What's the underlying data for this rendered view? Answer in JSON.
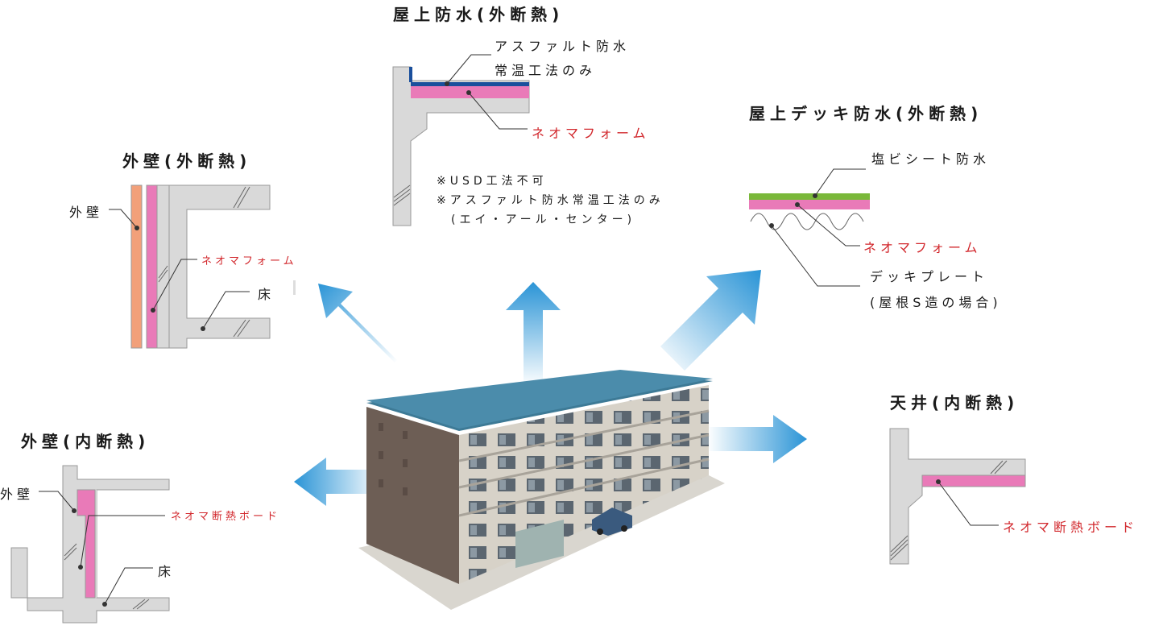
{
  "headings": {
    "roof_top": "屋上防水(外断熱)",
    "roof_deck": "屋上デッキ防水(外断熱)",
    "wall_outer": "外壁(外断熱)",
    "wall_inner": "外壁(内断熱)",
    "ceiling": "天井(内断熱)"
  },
  "roof_top": {
    "asphalt_line1": "アスファルト防水",
    "asphalt_line2": "常温工法のみ",
    "foam": "ネオマフォーム",
    "note1": "※USD工法不可",
    "note2": "※アスファルト防水常温工法のみ",
    "note3": "(エイ・アール・センター)"
  },
  "roof_deck": {
    "pvc": "塩ビシート防水",
    "foam": "ネオマフォーム",
    "deck_line1": "デッキプレート",
    "deck_line2": "(屋根S造の場合)"
  },
  "wall_outer": {
    "wall": "外壁",
    "foam": "ネオマフォーム",
    "floor": "床"
  },
  "wall_inner": {
    "wall": "外壁",
    "board": "ネオマ断熱ボード",
    "floor": "床"
  },
  "ceiling": {
    "board": "ネオマ断熱ボード"
  },
  "colors": {
    "insulation_pink": "#e97ab8",
    "waterproof_blue": "#1a4f9c",
    "pvc_green": "#7ab83a",
    "concrete_gray": "#d9d9d9",
    "wall_orange": "#f2a07a",
    "red_text": "#d2282d",
    "arrow_blue": "#2a94d6"
  }
}
